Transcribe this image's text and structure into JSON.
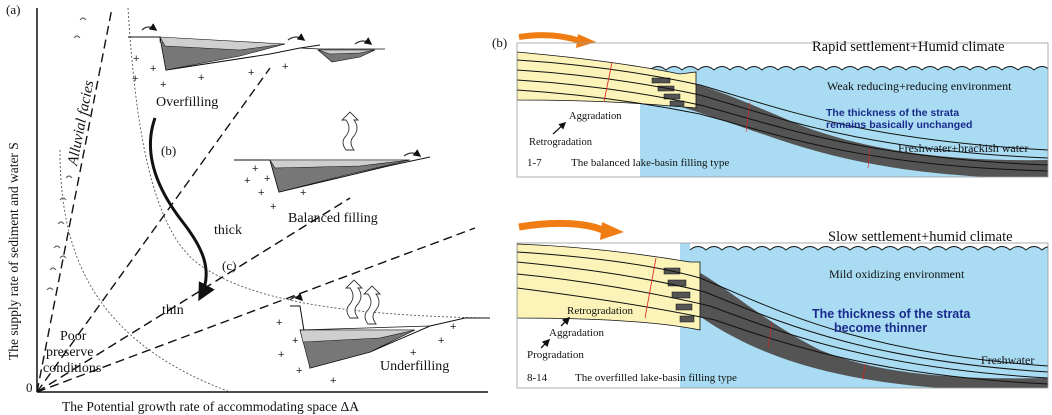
{
  "panel_a": {
    "label": "(a)",
    "y_axis_label": "The supply rate of sediment and water  S",
    "x_axis_label": "The Potential growth rate of accommodating space  ΔA",
    "origin_label": "0",
    "alluvial_label": "Alluvial facies",
    "overfilling_label": "Overfilling",
    "balanced_label": "Balanced filling",
    "underfilling_label": "Underfilling",
    "marker_b": "(b)",
    "marker_c": "(c)",
    "thick_label": "thick",
    "thin_label": "thin",
    "poor_line1": "Poor",
    "poor_line2": "preserve",
    "poor_line3": "conditions"
  },
  "panel_b1": {
    "label": "(b)",
    "title": "Rapid settlement+Humid climate",
    "environment": "Weak reducing+reducing environment",
    "thickness_line1": "The thickness of the strata",
    "thickness_line2": "remains basically unchanged",
    "water": "Freshwater+brackish water",
    "aggradation": "Aggradation",
    "retrogradation": "Retrogradation",
    "sample_range": "1-7",
    "filling_type": "The  balanced lake-basin filling type"
  },
  "panel_b2": {
    "title": "Slow settlement+humid climate",
    "environment": "Mild oxidizing environment",
    "thickness_line1": "The thickness of the strata",
    "thickness_line2": "become thinner",
    "water": "Freshwater",
    "retrogradation": "Retrogradation",
    "aggradation": "Aggradation",
    "progradation": "Progradation",
    "sample_range": "8-14",
    "filling_type": "The  overfilled lake-basin filling type"
  },
  "colors": {
    "lake_water": "#a9dcf2",
    "shore_sand": "#fbf3b8",
    "mud_dark": "#545454",
    "arrow_orange": "#f07d14",
    "highlight_blue": "#1a2a8c"
  }
}
